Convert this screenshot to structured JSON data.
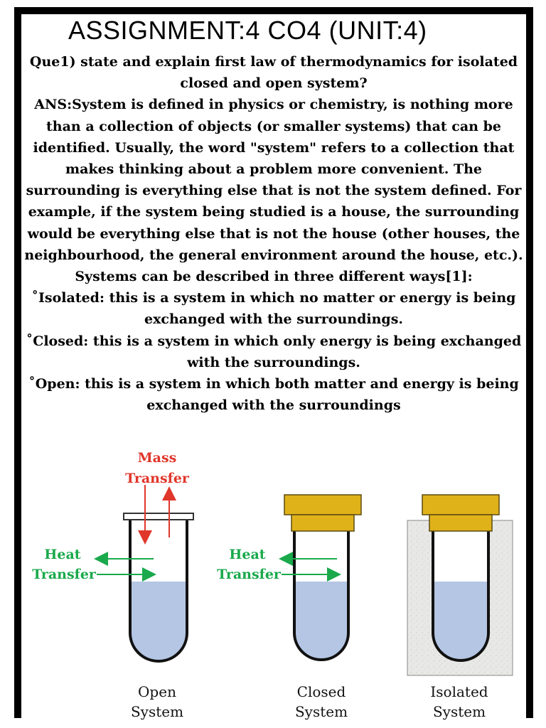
{
  "title": "ASSIGNMENT:4 CO4 (UNIT:4)",
  "question": "Que1) state and explain first law of thermodynamics for isolated closed and open system?",
  "answer": "ANS:System is defined in physics or chemistry, is nothing more than a collection of objects (or smaller systems) that can be identified. Usually, the word \"system\" refers to a collection that makes thinking about a problem more convenient. The surrounding is everything else that is not the system defined. For example, if the system being studied is a house, the surrounding would be everything else that is not the house (other houses, the neighbourhood, the general environment around the house, etc.). Systems can be described in three different ways[1]:",
  "types": [
    "˚Isolated: this is a system in which no matter or energy is being exchanged with the surroundings.",
    "˚Closed: this is a system in which only energy is being exchanged with the surroundings.",
    "˚Open: this is a system in which both matter and energy is being exchanged with the surroundings"
  ],
  "diagram": {
    "mass_transfer": [
      "Mass",
      "Transfer"
    ],
    "heat_transfer_open": [
      "Heat",
      "Transfer"
    ],
    "heat_transfer_closed": [
      "Heat",
      "Transfer"
    ],
    "open_caption": [
      "Open",
      "System"
    ],
    "closed_caption": [
      "Closed",
      "System"
    ],
    "isolated_caption": [
      "Isolated",
      "System"
    ],
    "colors": {
      "mass": "#e0362b",
      "heat": "#1aa94b",
      "liquid": "#b4c6e4",
      "cap": "#e0b21a",
      "insulation": "#e6e6e6"
    }
  }
}
